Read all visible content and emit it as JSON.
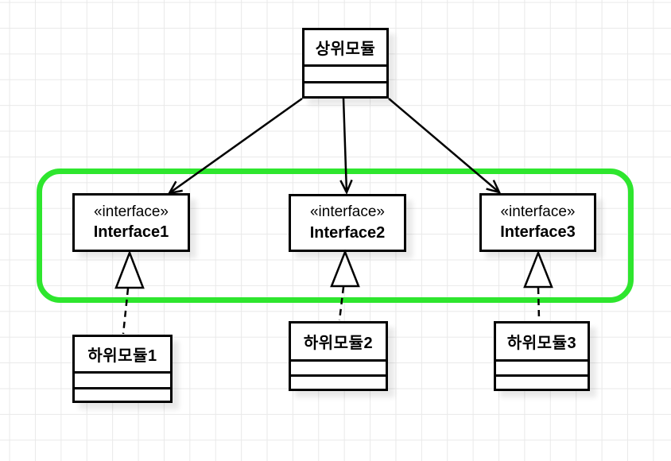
{
  "diagram": {
    "highlight_color": "#2ee62e",
    "grid_color": "#e9e9e9",
    "stroke_color": "#000000",
    "parent_module": {
      "title": "상위모듈"
    },
    "interfaces": [
      {
        "stereotype": "«interface»",
        "name": "Interface1"
      },
      {
        "stereotype": "«interface»",
        "name": "Interface2"
      },
      {
        "stereotype": "«interface»",
        "name": "Interface3"
      }
    ],
    "sub_modules": [
      {
        "title": "하위모듈1"
      },
      {
        "title": "하위모듈2"
      },
      {
        "title": "하위모듈3"
      }
    ]
  }
}
